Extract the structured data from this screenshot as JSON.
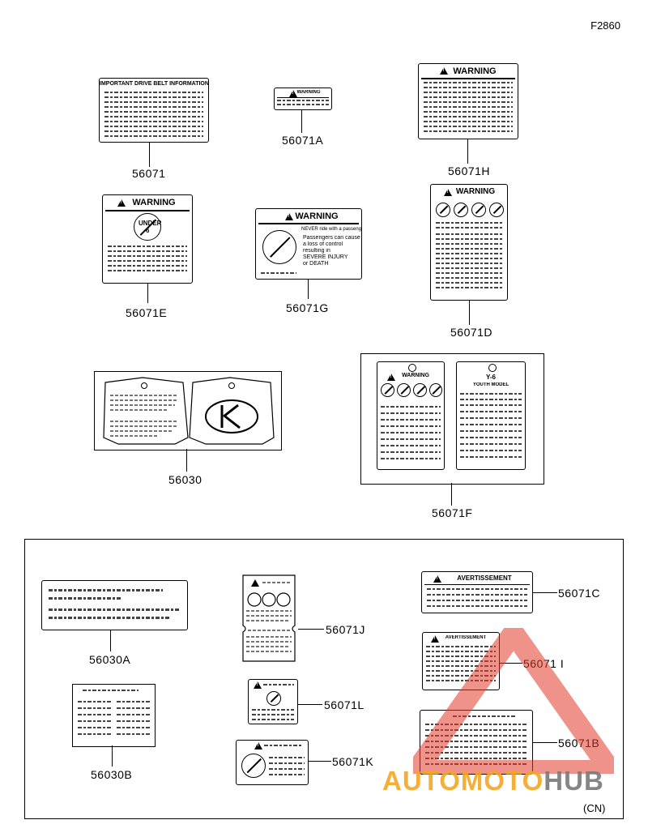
{
  "figure_ref": "F2860",
  "region_note": "(CN)",
  "parts": {
    "p56071": "56071",
    "p56071A": "56071A",
    "p56071H": "56071H",
    "p56071E": "56071E",
    "p56071G": "56071G",
    "p56071D": "56071D",
    "p56030": "56030",
    "p56071F": "56071F",
    "p56030A": "56030A",
    "p56071J": "56071J",
    "p56071C": "56071C",
    "p56071I": "56071 I",
    "p56030B": "56030B",
    "p56071L": "56071L",
    "p56071B": "56071B",
    "p56071K": "56071K"
  },
  "label_text": {
    "drive_belt_title": "IMPORTANT DRIVE BELT INFORMATION",
    "warning": "WARNING",
    "never_ride": "NEVER ride with a passenger",
    "passengers_lines": [
      "Passengers can cause",
      "a loss of control",
      "resulting in",
      "SEVERE INJURY",
      "or DEATH"
    ],
    "under": "UNDER",
    "under_num": "6",
    "youth_title": "Y-6",
    "youth_model": "YOUTH MODEL",
    "avert": "AVERTISSEMENT"
  },
  "watermark": {
    "part1": "AUTO",
    "part2": "MOTO",
    "part3": "HUB",
    "color_main": "#f5a623",
    "color_hub": "#7a7a7a",
    "color_triangle": "#e23a2c"
  }
}
